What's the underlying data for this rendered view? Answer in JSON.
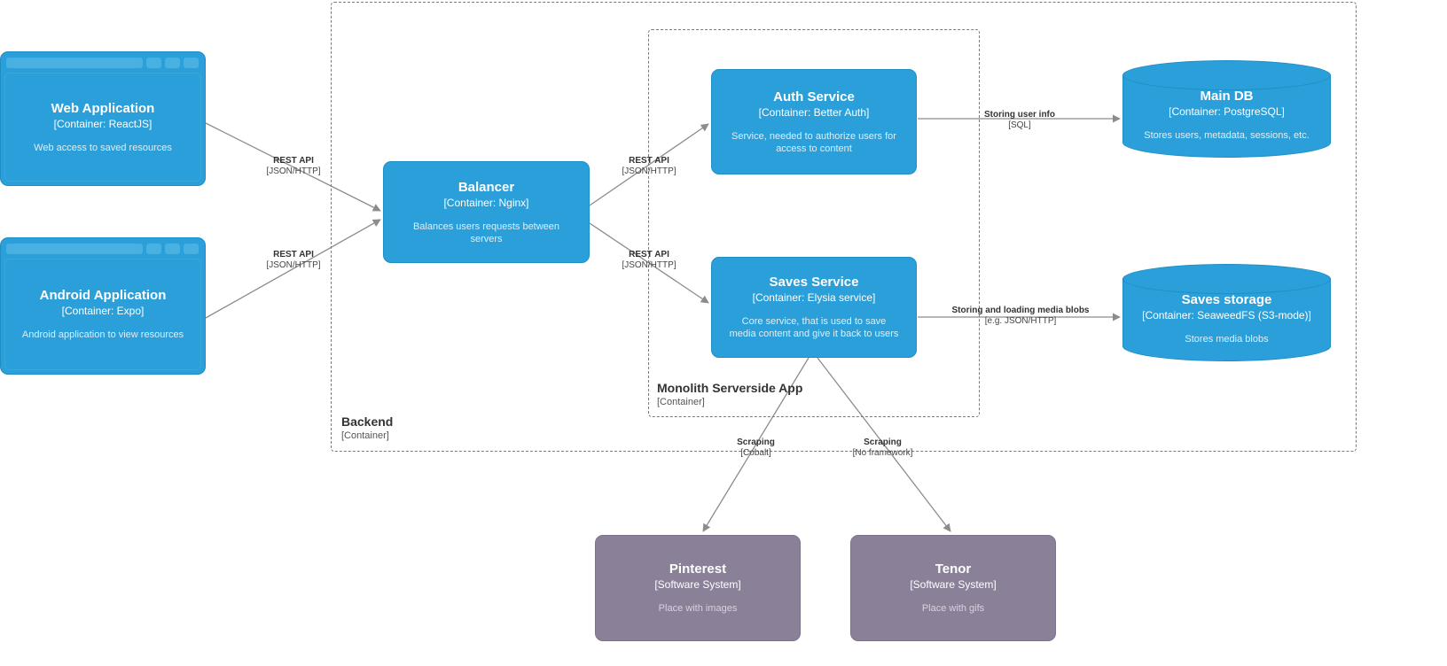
{
  "diagram": {
    "type": "C4 Container diagram",
    "background": "#ffffff",
    "colors": {
      "container_blue": "#2b9fd9",
      "external_purple": "#8a8199",
      "edge_gray": "#8c8c8c",
      "boundary_dash": "#7a7a7a",
      "text_white": "#ffffff"
    }
  },
  "nodes": {
    "web_application": {
      "title": "Web Application",
      "tech": "[Container: ReactJS]",
      "desc": "Web access to saved resources",
      "shape": "browser-window",
      "color": "#2b9fd9"
    },
    "android_application": {
      "title": "Android Application",
      "tech": "[Container: Expo]",
      "desc": "Android application to view resources",
      "shape": "browser-window",
      "color": "#2b9fd9"
    },
    "balancer": {
      "title": "Balancer",
      "tech": "[Container: Nginx]",
      "desc": "Balances users requests between servers",
      "shape": "rounded-box",
      "color": "#2b9fd9"
    },
    "auth_service": {
      "title": "Auth Service",
      "tech": "[Container: Better Auth]",
      "desc": "Service, needed to authorize users for access to content",
      "shape": "rounded-box",
      "color": "#2b9fd9"
    },
    "saves_service": {
      "title": "Saves Service",
      "tech": "[Container: Elysia service]",
      "desc": "Core service, that is used to save media content and give it back to users",
      "shape": "rounded-box",
      "color": "#2b9fd9"
    },
    "main_db": {
      "title": "Main DB",
      "tech": "[Container: PostgreSQL]",
      "desc": "Stores users, metadata, sessions, etc.",
      "shape": "cylinder",
      "color": "#2b9fd9"
    },
    "saves_storage": {
      "title": "Saves storage",
      "tech": "[Container: SeaweedFS (S3-mode)]",
      "desc": "Stores media blobs",
      "shape": "cylinder",
      "color": "#2b9fd9"
    },
    "pinterest": {
      "title": "Pinterest",
      "tech": "[Software System]",
      "desc": "Place with images",
      "shape": "rounded-box",
      "color": "#8a8199"
    },
    "tenor": {
      "title": "Tenor",
      "tech": "[Software System]",
      "desc": "Place with gifs",
      "shape": "rounded-box",
      "color": "#8a8199"
    }
  },
  "boundaries": {
    "backend": {
      "title": "Backend",
      "tech": "[Container]"
    },
    "monolith": {
      "title": "Monolith Serverside App",
      "tech": "[Container]"
    }
  },
  "edges": [
    {
      "id": "web-to-balancer",
      "from": "web_application",
      "to": "balancer",
      "title": "REST API",
      "tech": "[JSON/HTTP]"
    },
    {
      "id": "android-to-balancer",
      "from": "android_application",
      "to": "balancer",
      "title": "REST API",
      "tech": "[JSON/HTTP]"
    },
    {
      "id": "balancer-to-auth",
      "from": "balancer",
      "to": "auth_service",
      "title": "REST API",
      "tech": "[JSON/HTTP]"
    },
    {
      "id": "balancer-to-saves",
      "from": "balancer",
      "to": "saves_service",
      "title": "REST API",
      "tech": "[JSON/HTTP]"
    },
    {
      "id": "auth-to-maindb",
      "from": "auth_service",
      "to": "main_db",
      "title": "Storing user info",
      "tech": "[SQL]"
    },
    {
      "id": "saves-to-storage",
      "from": "saves_service",
      "to": "saves_storage",
      "title": "Storing and loading media blobs",
      "tech": "[e.g. JSON/HTTP]"
    },
    {
      "id": "saves-to-pinterest",
      "from": "saves_service",
      "to": "pinterest",
      "title": "Scraping",
      "tech": "[Cobalt]"
    },
    {
      "id": "saves-to-tenor",
      "from": "saves_service",
      "to": "tenor",
      "title": "Scraping",
      "tech": "[No framework]"
    }
  ]
}
